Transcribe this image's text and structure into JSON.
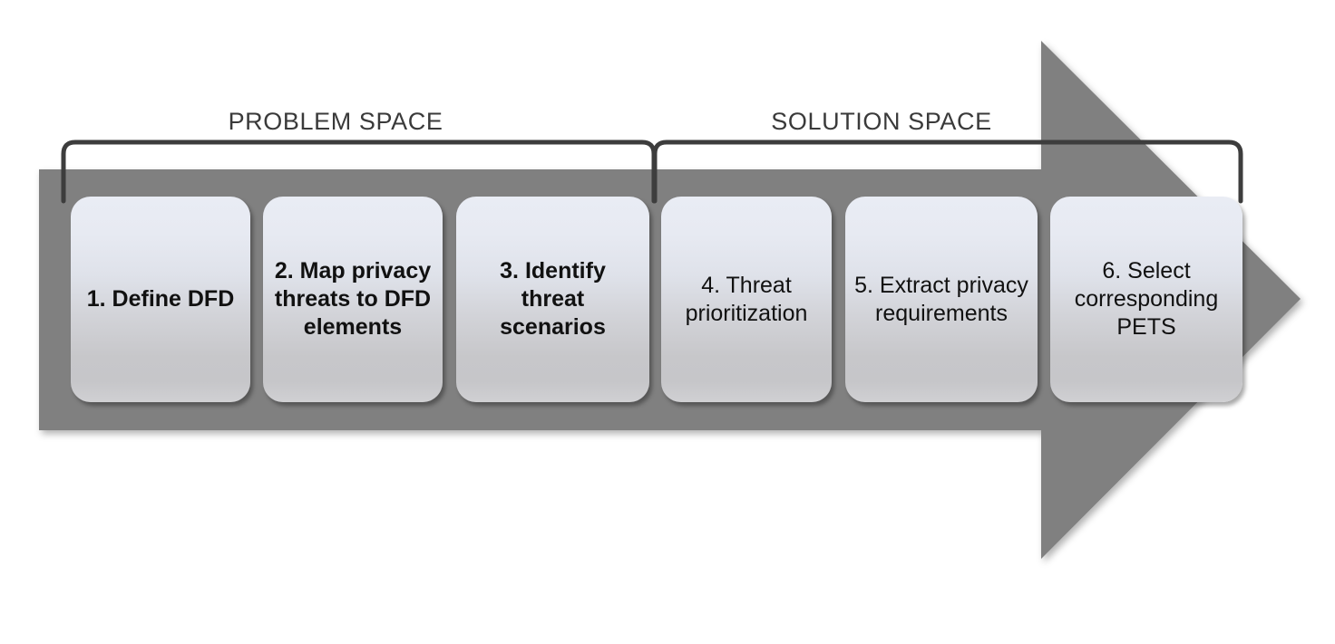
{
  "diagram": {
    "title": "Privacy threat modeling methodology pipeline",
    "arrow": {
      "name": "process-flow-arrow",
      "color": "#808080",
      "direction": "right"
    },
    "groups": [
      {
        "id": "problem-space",
        "label": "PROBLEM SPACE",
        "covers_steps": [
          1,
          2,
          3
        ],
        "bracket_color": "#3d3d3d"
      },
      {
        "id": "solution-space",
        "label": "SOLUTION SPACE",
        "covers_steps": [
          4,
          5,
          6
        ],
        "bracket_color": "#3d3d3d"
      }
    ],
    "steps": [
      {
        "number": "1",
        "label": "1. Define DFD",
        "emphasis": "bold",
        "group": "problem-space"
      },
      {
        "number": "2",
        "label": "2. Map privacy threats to DFD elements",
        "emphasis": "bold",
        "group": "problem-space"
      },
      {
        "number": "3",
        "label": "3. Identify threat scenarios",
        "emphasis": "bold",
        "group": "problem-space"
      },
      {
        "number": "4",
        "label": "4. Threat prioritization",
        "emphasis": "normal",
        "group": "solution-space"
      },
      {
        "number": "5",
        "label": "5. Extract privacy requirements",
        "emphasis": "normal",
        "group": "solution-space"
      },
      {
        "number": "6",
        "label": "6. Select corresponding PETS",
        "emphasis": "normal",
        "group": "solution-space"
      }
    ],
    "colors": {
      "background": "#ffffff",
      "arrow_gray": "#808080",
      "box_gradient_top": "#e9ecf4",
      "box_gradient_bottom": "#c6c6c9",
      "text_dark": "#111111",
      "label_gray": "#3a3a3a"
    }
  }
}
